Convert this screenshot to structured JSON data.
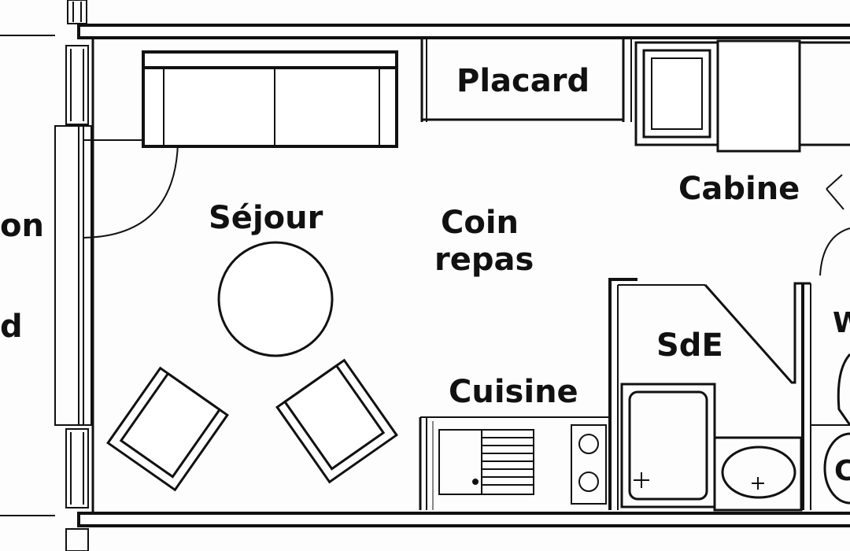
{
  "plan": {
    "labels": {
      "sejour": "Séjour",
      "coin_line1": "Coin",
      "coin_line2": "repas",
      "placard": "Placard",
      "cabine": "Cabine",
      "cuisine": "Cuisine",
      "sde": "SdE",
      "left_partial_1": "on",
      "left_partial_2": "d",
      "right_partial_w": "W",
      "right_partial_c": "C"
    },
    "colors": {
      "ink": "#111111",
      "paper": "#fdfdfd"
    }
  }
}
